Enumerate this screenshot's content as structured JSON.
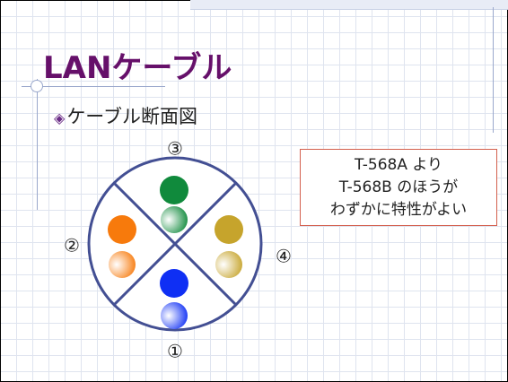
{
  "title": "LANケーブル",
  "bullet": {
    "icon": "diamond-bullet-icon",
    "text": "ケーブル断面図"
  },
  "diagram": {
    "labels": {
      "top": "③",
      "left": "②",
      "right": "④",
      "bottom": "①"
    },
    "pairs": [
      {
        "position": "top",
        "color": "#108a3c"
      },
      {
        "position": "left",
        "color": "#f77a0c"
      },
      {
        "position": "right",
        "color": "#c6a42c"
      },
      {
        "position": "bottom",
        "color": "#0f2ff4"
      }
    ],
    "outline_color": "#434f93"
  },
  "note": {
    "lines": [
      "T-568A より",
      "T-568B のほうが",
      "わずかに特性がよい"
    ]
  }
}
